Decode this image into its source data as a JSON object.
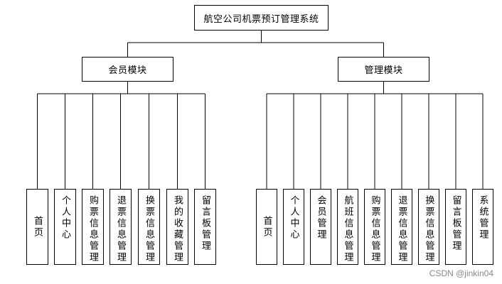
{
  "diagram": {
    "root": "航空公司机票预订管理系统",
    "modules": [
      {
        "label": "会员模块",
        "children": [
          "首页",
          "个人中心",
          "购票信息管理",
          "退票信息管理",
          "换票信息管理",
          "我的收藏管理",
          "留言板管理"
        ]
      },
      {
        "label": "管理模块",
        "children": [
          "首页",
          "个人中心",
          "会员管理",
          "航班信息管理",
          "购票信息管理",
          "退票信息管理",
          "换票信息管理",
          "留言板管理",
          "系统管理"
        ]
      }
    ]
  },
  "watermark": "CSDN @jinkin04",
  "colors": {
    "line": "#000000",
    "box_border": "#000000",
    "watermark": "#888888"
  }
}
